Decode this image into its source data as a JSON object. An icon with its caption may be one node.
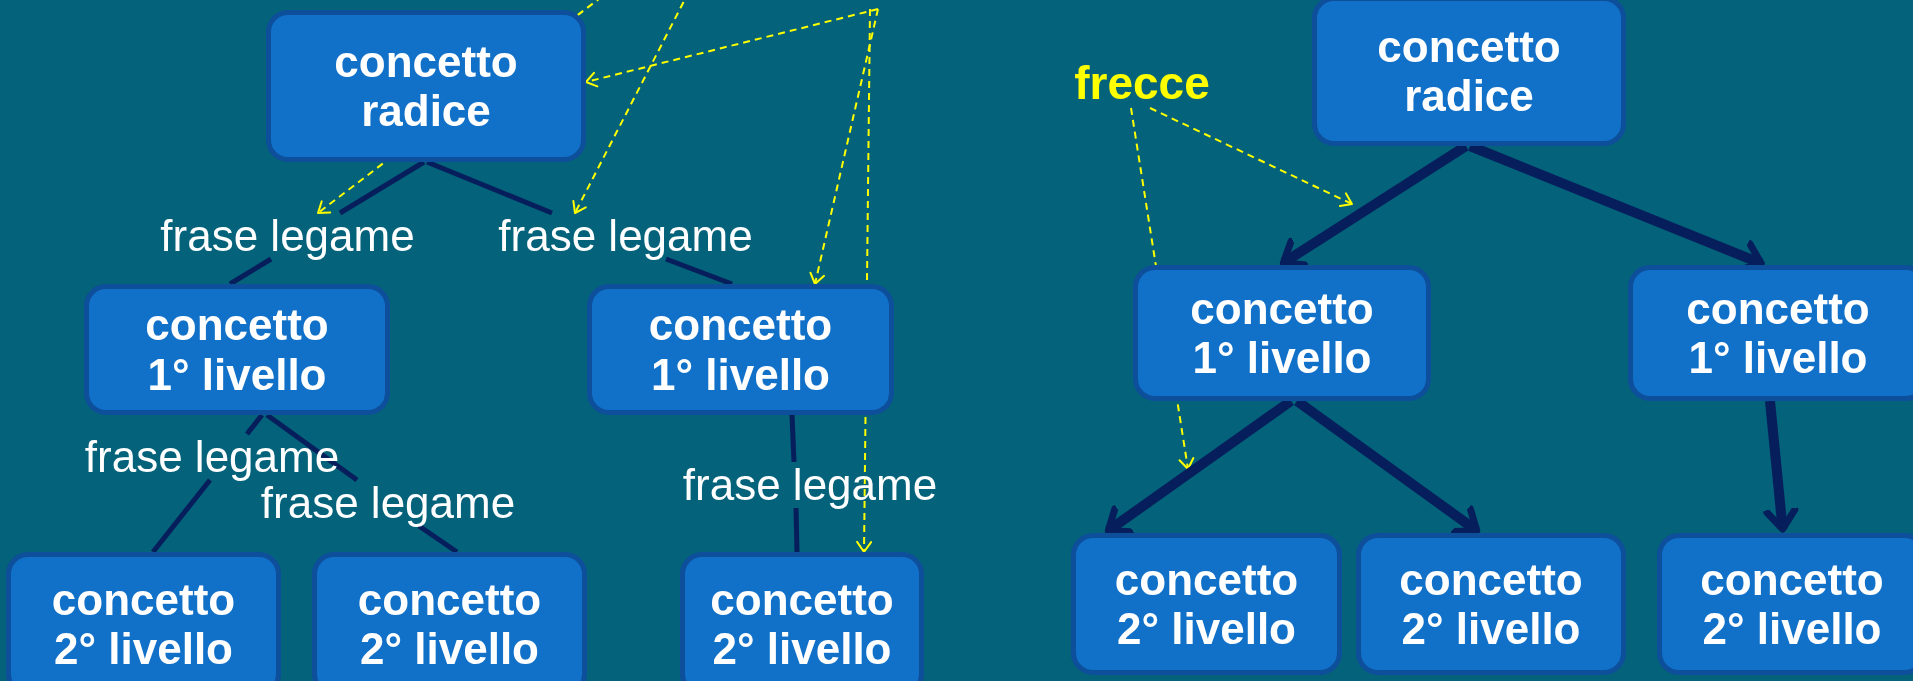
{
  "diagram": {
    "nodes": [
      {
        "text": [
          "concetto radice"
        ]
      },
      {
        "text": [
          "frase legame"
        ]
      },
      {
        "text": [
          "frase legame"
        ]
      },
      {
        "text": [
          "concetto 1° livello"
        ]
      },
      {
        "text": [
          "concetto 1° livello"
        ]
      },
      {
        "text": [
          "frase legame"
        ]
      },
      {
        "text": [
          "frase legame"
        ]
      },
      {
        "text": [
          "frase legame"
        ]
      },
      {
        "text": [
          "concetto 2° livello"
        ]
      },
      {
        "text": [
          "concetto 2° livello"
        ]
      },
      {
        "text": [
          "concetto 2° livello"
        ]
      },
      {
        "text": [
          "frecce"
        ]
      },
      {
        "text": [
          "concetto radice"
        ]
      },
      {
        "text": [
          "concetto 1° livello"
        ]
      },
      {
        "text": [
          "concetto 1° livello"
        ]
      },
      {
        "text": [
          "concetto 2° livello"
        ]
      },
      {
        "text": [
          "concetto 2° livello"
        ]
      },
      {
        "text": [
          "concetto 2° livello"
        ]
      }
    ],
    "edges": [
      {
        "from": 0,
        "to": 1,
        "arrow": "none"
      },
      {
        "from": 1,
        "to": 3,
        "arrow": "none"
      },
      {
        "from": 0,
        "to": 2,
        "arrow": "none"
      },
      {
        "from": 2,
        "to": 4,
        "arrow": "none"
      },
      {
        "from": 3,
        "to": 5,
        "arrow": "none"
      },
      {
        "from": 5,
        "to": 8,
        "arrow": "none"
      },
      {
        "from": 3,
        "to": 6,
        "arrow": "none"
      },
      {
        "from": 6,
        "to": 9,
        "arrow": "none"
      },
      {
        "from": 4,
        "to": 7,
        "arrow": "none"
      },
      {
        "from": 7,
        "to": 10,
        "arrow": "none"
      },
      {
        "from": null,
        "to": 0,
        "arrow": "to",
        "style": "dashed",
        "color": "#ffff00"
      },
      {
        "from": null,
        "to": 1,
        "arrow": "to",
        "style": "dashed",
        "color": "#ffff00"
      },
      {
        "from": null,
        "to": 2,
        "arrow": "to",
        "style": "dashed",
        "color": "#ffff00"
      },
      {
        "from": null,
        "to": 4,
        "arrow": "to",
        "style": "dashed",
        "color": "#ffff00"
      },
      {
        "from": null,
        "to": 10,
        "arrow": "to",
        "style": "dashed",
        "color": "#ffff00"
      },
      {
        "from": 11,
        "to": null,
        "arrow": "to",
        "style": "dashed",
        "color": "#ffff00"
      },
      {
        "from": 11,
        "to": null,
        "arrow": "to",
        "style": "dashed",
        "color": "#ffff00"
      },
      {
        "from": 12,
        "to": 13,
        "arrow": "to",
        "style": "thick"
      },
      {
        "from": 12,
        "to": 14,
        "arrow": "to",
        "style": "thick"
      },
      {
        "from": 13,
        "to": 15,
        "arrow": "to",
        "style": "thick"
      },
      {
        "from": 13,
        "to": 16,
        "arrow": "to",
        "style": "thick"
      },
      {
        "from": 14,
        "to": 17,
        "arrow": "to",
        "style": "thick"
      }
    ]
  }
}
